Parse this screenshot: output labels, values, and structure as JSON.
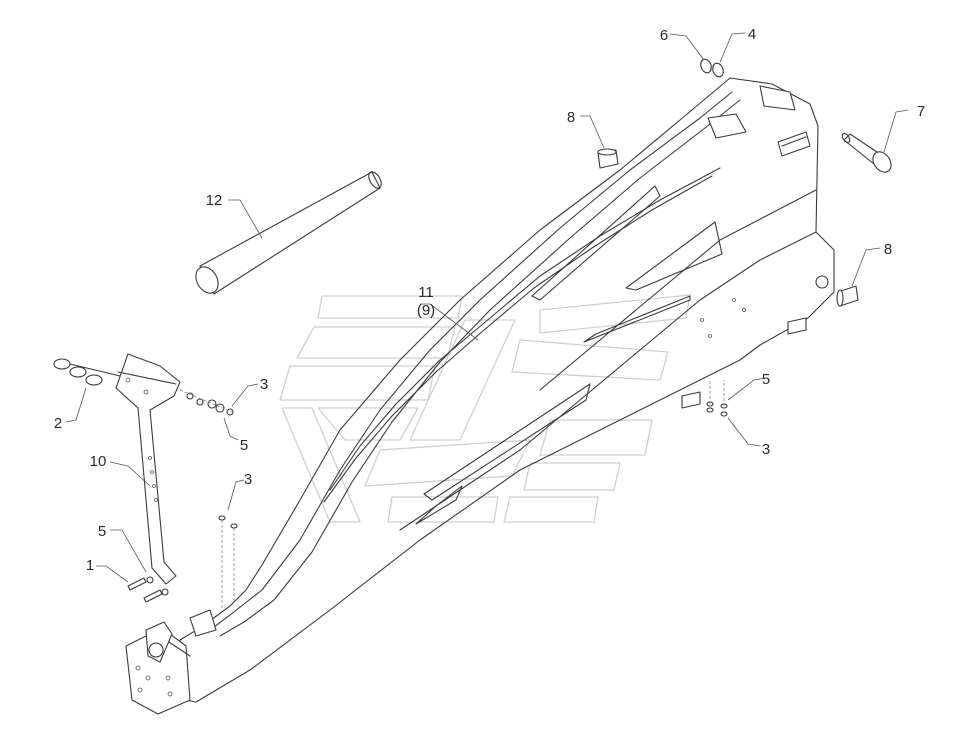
{
  "callouts": {
    "c1": "1",
    "c2": "2",
    "c3a": "3",
    "c3b": "3",
    "c3c": "3",
    "c4": "4",
    "c5a": "5",
    "c5b": "5",
    "c5c": "5",
    "c6": "6",
    "c7": "7",
    "c8a": "8",
    "c8b": "8",
    "c10": "10",
    "c11": "11",
    "c9": "(9)",
    "c12": "12"
  },
  "colors": {
    "line": "#3a3a3a",
    "watermark": "#cfcfcf",
    "background": "#ffffff"
  }
}
